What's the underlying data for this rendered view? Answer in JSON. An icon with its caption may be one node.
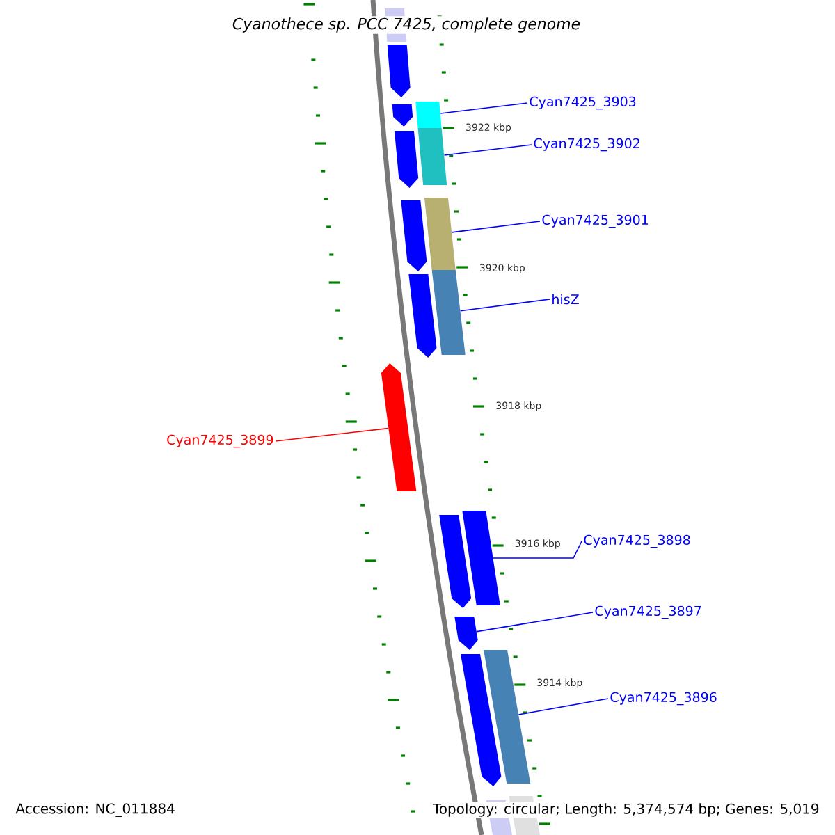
{
  "diagram": {
    "title": "Cyanothece sp. PCC 7425, complete genome",
    "nodes": [
      {
        "text": [
          "Cyan7425_3903"
        ]
      },
      {
        "text": [
          "Cyan7425_3902"
        ]
      },
      {
        "text": [
          "Cyan7425_3901"
        ]
      },
      {
        "text": [
          "hisZ"
        ]
      },
      {
        "text": [
          "Cyan7425_3899"
        ]
      },
      {
        "text": [
          "Cyan7425_3898"
        ]
      },
      {
        "text": [
          "Cyan7425_3897"
        ]
      },
      {
        "text": [
          "Cyan7425_3896"
        ]
      },
      {
        "text": [],
        "shape": "arrow"
      },
      {
        "text": [],
        "shape": "arrow"
      },
      {
        "text": [],
        "shape": "bar"
      },
      {
        "text": [],
        "shape": "arrow"
      },
      {
        "text": [],
        "shape": "bar"
      },
      {
        "text": [],
        "shape": "arrow"
      },
      {
        "text": [],
        "shape": "bar"
      },
      {
        "text": [],
        "shape": "arrow"
      },
      {
        "text": [],
        "shape": "bar"
      },
      {
        "text": [],
        "shape": "arrow"
      },
      {
        "text": [],
        "shape": "arrow"
      },
      {
        "text": [],
        "shape": "bar"
      },
      {
        "text": [],
        "shape": "arrow"
      },
      {
        "text": [],
        "shape": "arrow"
      },
      {
        "text": [],
        "shape": "bar"
      }
    ],
    "edges": [
      {
        "from": 0,
        "to": 10,
        "arrow": "none"
      },
      {
        "from": 1,
        "to": 12,
        "arrow": "none"
      },
      {
        "from": 2,
        "to": 14,
        "arrow": "none"
      },
      {
        "from": 3,
        "to": 16,
        "arrow": "none"
      },
      {
        "from": 4,
        "to": 17,
        "arrow": "none",
        "color": "#ff0000"
      },
      {
        "from": 5,
        "to": 19,
        "arrow": "none"
      },
      {
        "from": 6,
        "to": 20,
        "arrow": "none"
      },
      {
        "from": 7,
        "to": 22,
        "arrow": "none"
      }
    ],
    "labels": [
      "3922 kbp",
      "3920 kbp",
      "3918 kbp",
      "3916 kbp",
      "3914 kbp",
      "Accession: NC_011884",
      "Topology: circular; Length: 5,374,574 bp; Genes: 5,019"
    ]
  }
}
